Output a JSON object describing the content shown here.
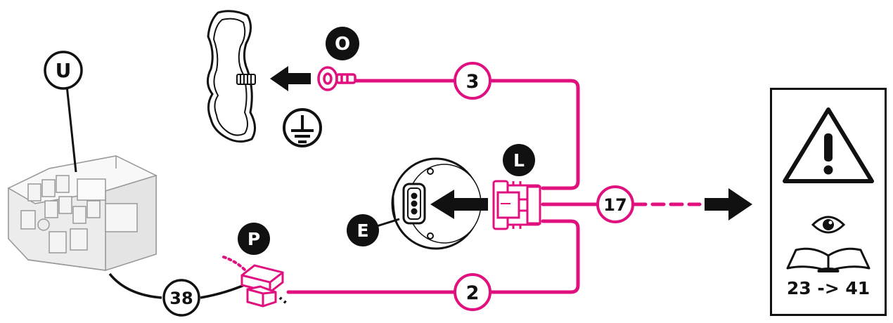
{
  "labels": {
    "u": "U",
    "o": "O",
    "l": "L",
    "e": "E",
    "p": "P",
    "wire_3": "3",
    "wire_17": "17",
    "wire_2": "2",
    "wire_38": "38"
  },
  "reference": {
    "pages": "23 -> 41"
  },
  "colors": {
    "wire": "#e0117f",
    "ink": "#111111"
  },
  "icons": [
    "ground-symbol-icon",
    "warning-triangle-icon",
    "eye-icon",
    "open-book-icon",
    "arrow-right-icon"
  ]
}
